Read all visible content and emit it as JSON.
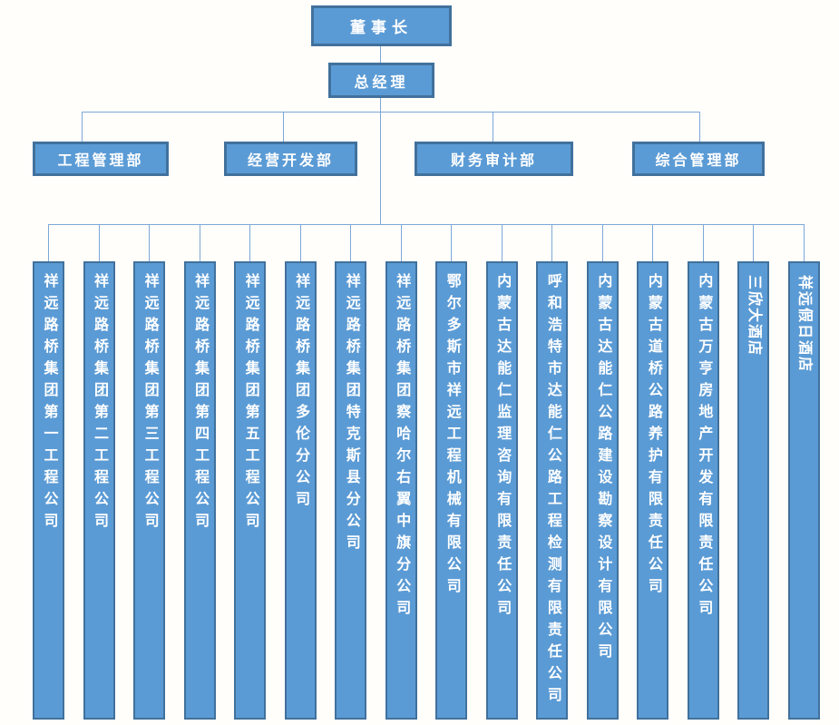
{
  "colors": {
    "box_fill": "#5b9bd5",
    "box_border": "#41719c",
    "connector": "#7da7d8",
    "text": "#ffffff"
  },
  "org": {
    "level1": {
      "label": "董事长"
    },
    "level2": {
      "label": "总经理"
    },
    "departments": [
      {
        "label": "工程管理部"
      },
      {
        "label": "经营开发部"
      },
      {
        "label": "财务审计部"
      },
      {
        "label": "综合管理部"
      }
    ],
    "subsidiaries": [
      {
        "name": "祥远路桥集团第一工程公司"
      },
      {
        "name": "祥远路桥集团第二工程公司"
      },
      {
        "name": "祥远路桥集团第三工程公司"
      },
      {
        "name": "祥远路桥集团第四工程公司"
      },
      {
        "name": "祥远路桥集团第五工程公司"
      },
      {
        "name": "祥远路桥集团多伦分公司"
      },
      {
        "name": "祥远路桥集团特克斯县分公司"
      },
      {
        "name": "祥远路桥集团察哈尔右翼中旗分公司"
      },
      {
        "name": "鄂尔多斯市祥远工程机械有限公司"
      },
      {
        "name": "内蒙古达能仁监理咨询有限责任公司"
      },
      {
        "name": "呼和浩特市达能仁公路工程检测有限责任公司"
      },
      {
        "name": "内蒙古达能仁公路建设勘察设计有限公司"
      },
      {
        "name": "内蒙古道桥公路养护有限责任公司"
      },
      {
        "name": "内蒙古万亨房地产开发有限责任公司"
      },
      {
        "name": "三欣大酒店"
      },
      {
        "name": "祥远假日酒店"
      }
    ]
  }
}
